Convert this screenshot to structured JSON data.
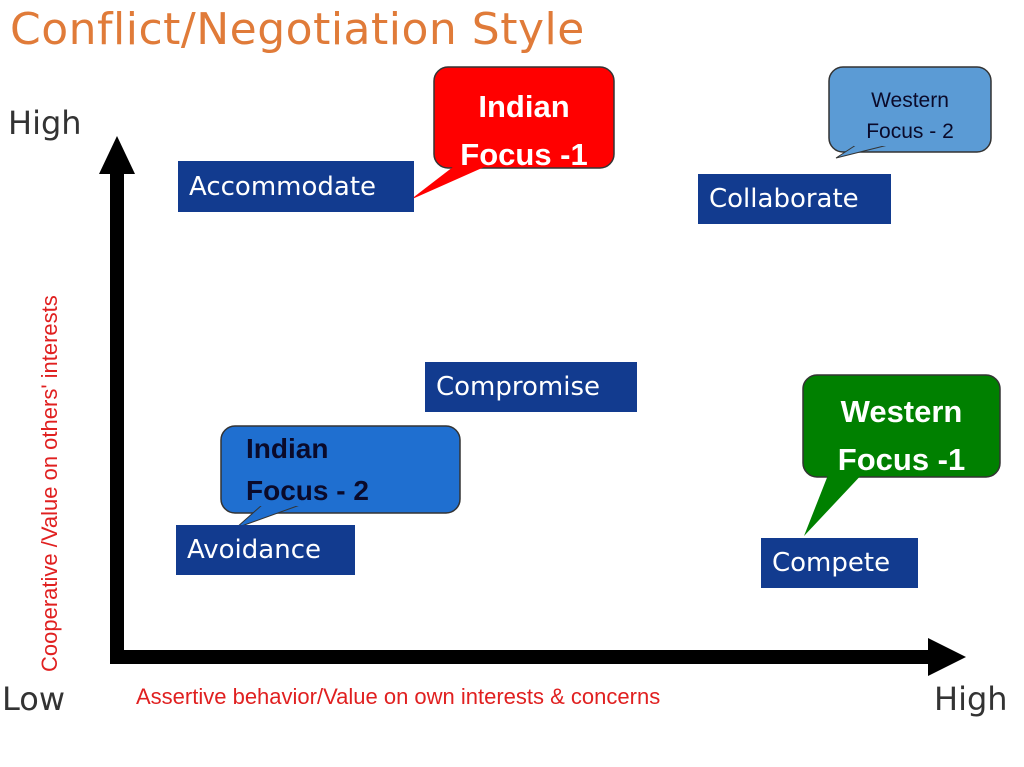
{
  "title": "Conflict/Negotiation Style",
  "axes": {
    "y_high": "High",
    "x_low": "Low",
    "x_high": "High",
    "y_title": "Cooperative /Value on others' interests",
    "x_title": "Assertive behavior/Value on own interests & concerns"
  },
  "styles": {
    "accommodate": "Accommodate",
    "collaborate": "Collaborate",
    "compromise": "Compromise",
    "avoidance": "Avoidance",
    "compete": "Compete"
  },
  "callouts": {
    "indian_focus_1": {
      "line1": "Indian",
      "line2": "Focus -1",
      "color": "#ff0000"
    },
    "western_focus_2": {
      "line1": "Western",
      "line2": "Focus - 2",
      "color": "#5b9bd5"
    },
    "indian_focus_2": {
      "line1": "Indian",
      "line2": "Focus - 2",
      "color": "#1f6fd0"
    },
    "western_focus_1": {
      "line1": "Western",
      "line2": "Focus -1",
      "color": "#008000"
    }
  },
  "colors": {
    "title": "#e07b39",
    "box_fill": "#123b8f",
    "axis_title": "#e02020",
    "axis_line": "#000000"
  }
}
